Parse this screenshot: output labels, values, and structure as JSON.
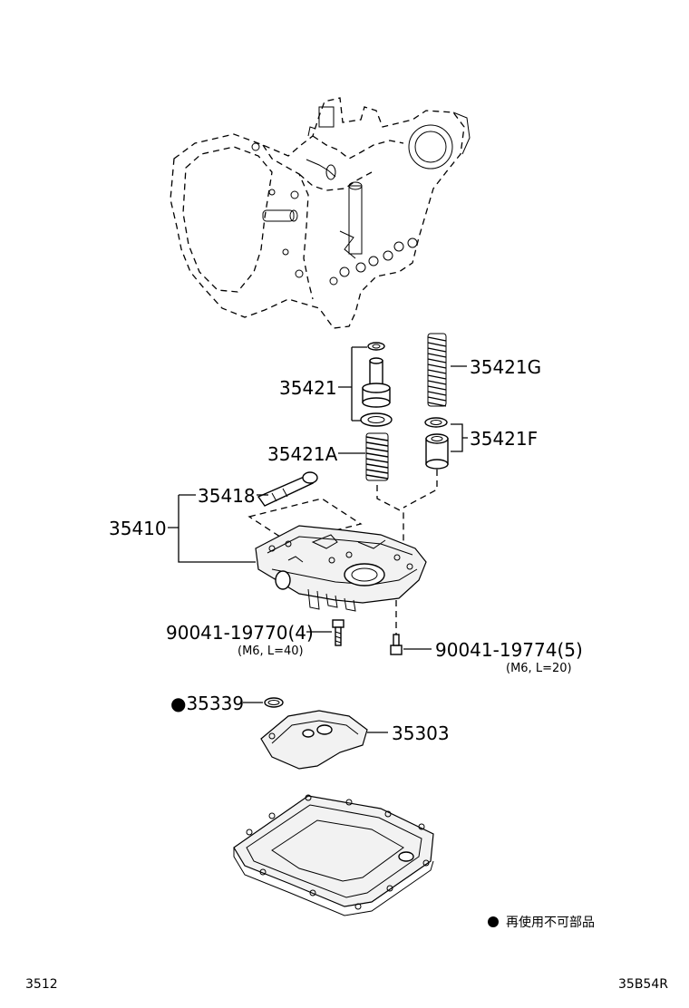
{
  "parts": {
    "p35421": "35421",
    "p35421g": "35421G",
    "p35421a": "35421A",
    "p35421f": "35421F",
    "p35418": "35418",
    "p35410": "35410",
    "p90041_19770": "90041-19770(4)",
    "p90041_19770_spec": "(M6, L=40)",
    "p90041_19774": "90041-19774(5)",
    "p90041_19774_spec": "(M6, L=20)",
    "p35339": "●35339",
    "p35303": "35303"
  },
  "legend": {
    "text": "再使用不可部品"
  },
  "footer": {
    "left_code": "3512",
    "right_code": "35B54R"
  }
}
